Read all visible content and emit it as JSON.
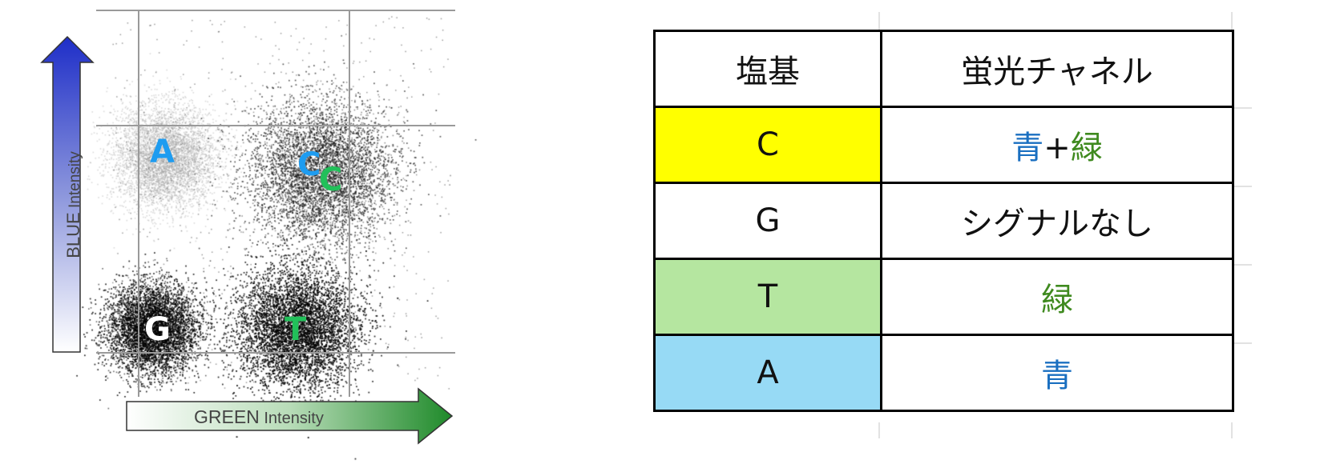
{
  "plot": {
    "y_axis_label": {
      "word": "BLUE",
      "rest": " Intensity"
    },
    "x_axis_label": {
      "word": "GREEN",
      "rest": " Intensity"
    },
    "cluster_labels": [
      {
        "text": "A",
        "color": "#1e9cf0"
      },
      {
        "text": "C",
        "color": "#1e9cf0"
      },
      {
        "text": "C",
        "color": "#22c05a"
      },
      {
        "text": "G",
        "color": "#ffffff"
      },
      {
        "text": "T",
        "color": "#22c05a"
      }
    ]
  },
  "table": {
    "header": {
      "base": "塩基",
      "channel": "蛍光チャネル"
    },
    "rows": [
      {
        "base": "C",
        "base_bg": "#ffff00",
        "channel_parts": [
          {
            "text": "青",
            "color": "blue"
          },
          {
            "text": "+",
            "color": "black"
          },
          {
            "text": "緑",
            "color": "green"
          }
        ]
      },
      {
        "base": "G",
        "base_bg": "#ffffff",
        "channel_parts": [
          {
            "text": "シグナルなし",
            "color": "black"
          }
        ]
      },
      {
        "base": "T",
        "base_bg": "#b5e6a0",
        "channel_parts": [
          {
            "text": "緑",
            "color": "green"
          }
        ]
      },
      {
        "base": "A",
        "base_bg": "#97daf5",
        "channel_parts": [
          {
            "text": "青",
            "color": "blue"
          }
        ]
      }
    ]
  }
}
